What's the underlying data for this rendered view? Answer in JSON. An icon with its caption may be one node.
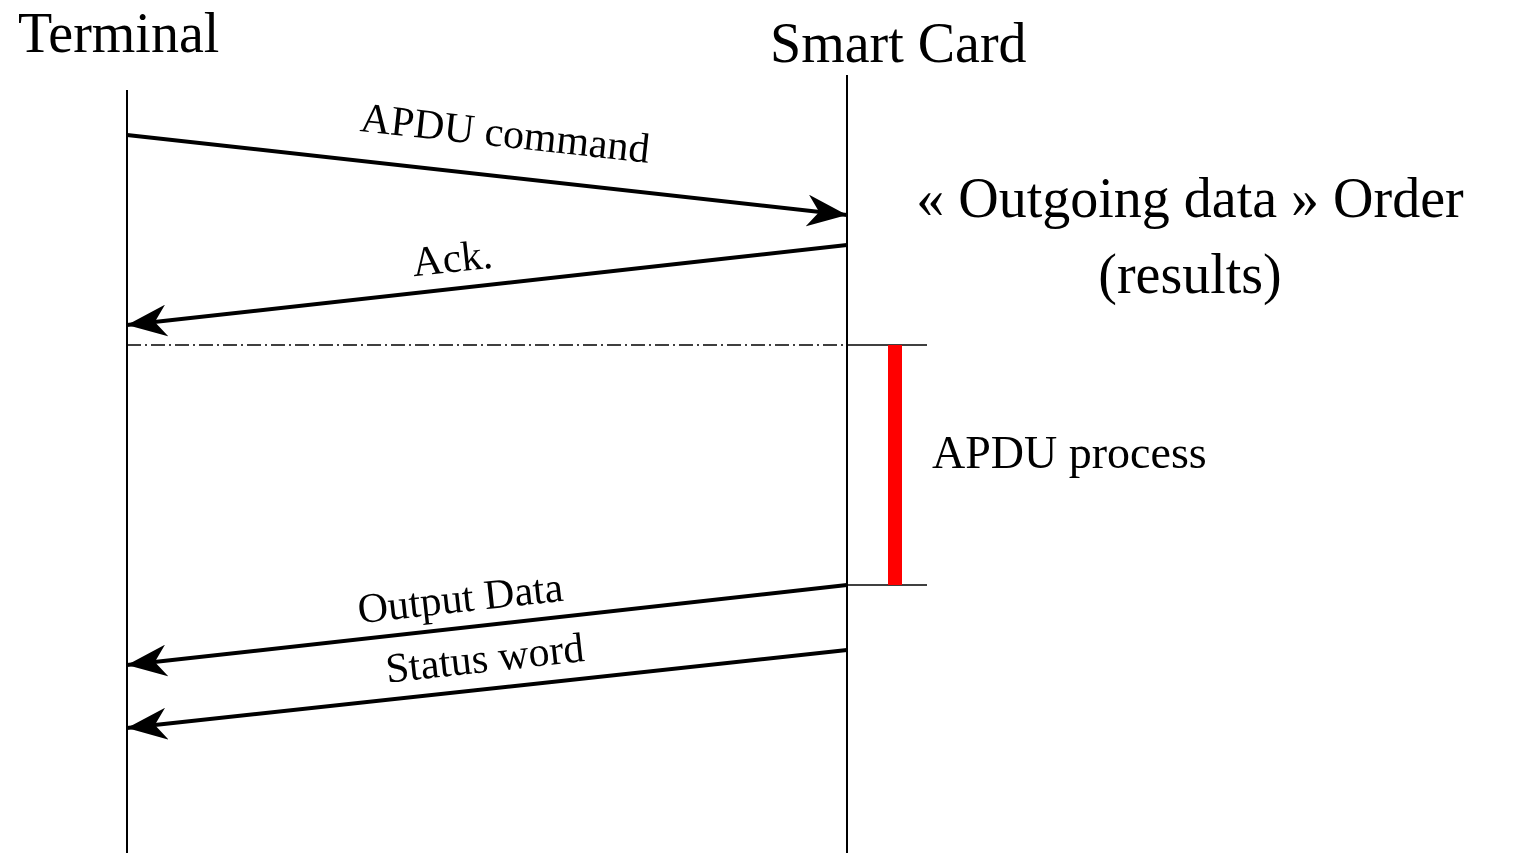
{
  "diagram": {
    "nodes": [
      {
        "text": [
          "Terminal"
        ]
      },
      {
        "text": [
          "Smart Card"
        ]
      }
    ],
    "edges": [
      {
        "from": 0,
        "to": 1,
        "arrow": "to",
        "label": "APDU command"
      },
      {
        "from": 1,
        "to": 0,
        "arrow": "to",
        "label": "Ack."
      },
      {
        "from": 1,
        "to": 0,
        "arrow": "to",
        "label": "Output Data"
      },
      {
        "from": 1,
        "to": 0,
        "arrow": "to",
        "label": "Status word"
      }
    ],
    "labels": [
      "« Outgoing data » Order (results)",
      "APDU process"
    ]
  }
}
